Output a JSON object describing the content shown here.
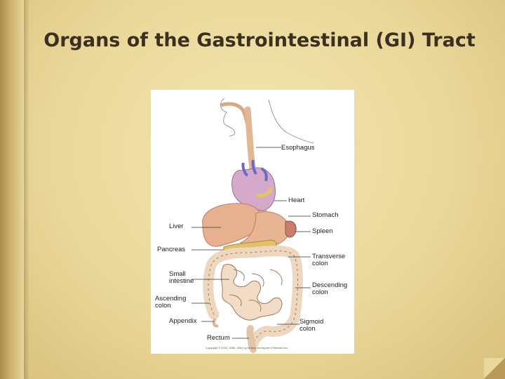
{
  "slide": {
    "title": "Organs of the Gastrointestinal (GI) Tract"
  },
  "figure": {
    "labels": {
      "esophagus": "Esophagus",
      "heart": "Heart",
      "stomach": "Stomach",
      "liver": "Liver",
      "spleen": "Spleen",
      "pancreas": "Pancreas",
      "transverse_colon": "Transverse colon",
      "small_intestine": "Small intestine",
      "descending_colon": "Descending colon",
      "ascending_colon": "Ascending colon",
      "appendix": "Appendix",
      "sigmoid_colon": "Sigmoid colon",
      "rectum": "Rectum"
    },
    "copyright": "Copyright © 2010, 2006, 2002 by Mosby, an imprint of Elsevier Inc."
  }
}
